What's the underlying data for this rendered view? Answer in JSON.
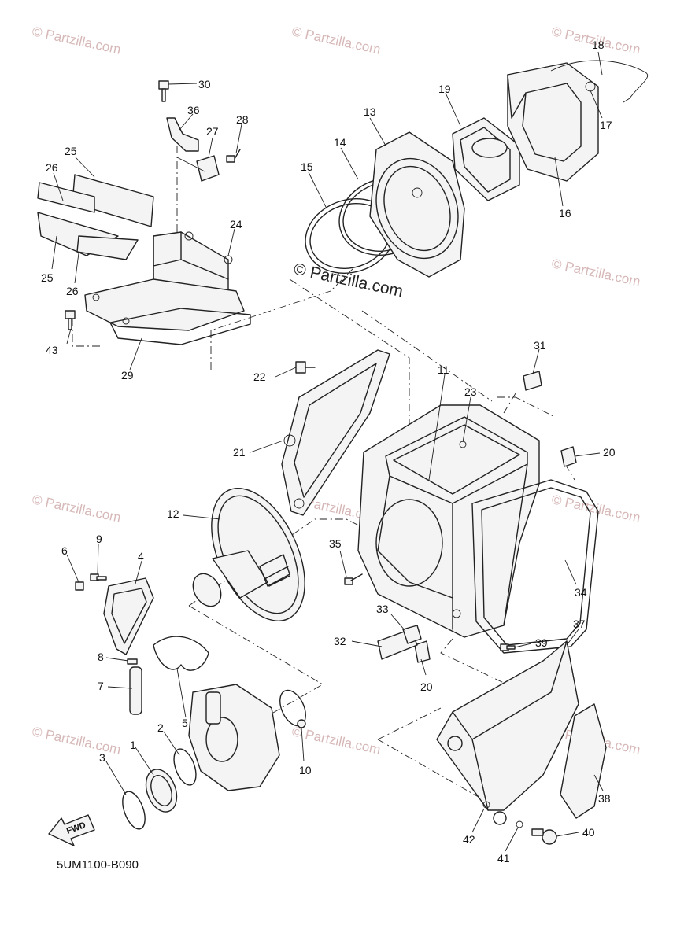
{
  "diagram": {
    "diagram_code": "5UM1100-B090",
    "direction_label": "FWD",
    "watermark_small": "© Partzilla.com",
    "watermark_center": "© Partzilla.com",
    "callouts": [
      "1",
      "2",
      "3",
      "4",
      "5",
      "6",
      "7",
      "8",
      "9",
      "10",
      "11",
      "12",
      "13",
      "14",
      "15",
      "16",
      "17",
      "18",
      "19",
      "20",
      "20",
      "21",
      "22",
      "23",
      "24",
      "25",
      "25",
      "26",
      "26",
      "27",
      "28",
      "29",
      "30",
      "31",
      "32",
      "33",
      "34",
      "35",
      "36",
      "37",
      "38",
      "39",
      "40",
      "41",
      "42",
      "43"
    ]
  }
}
